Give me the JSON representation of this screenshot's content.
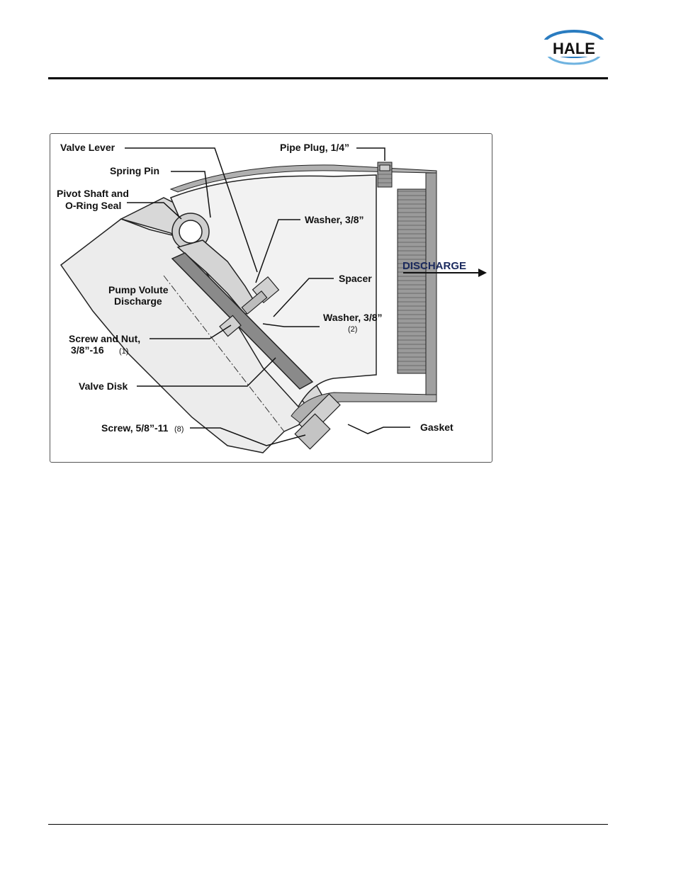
{
  "header": {
    "brand": "HALE",
    "brand_color": "#2a7cc0"
  },
  "diagram": {
    "labels": {
      "valve_lever": "Valve Lever",
      "spring_pin": "Spring Pin",
      "pivot_shaft_line1": "Pivot Shaft and",
      "pivot_shaft_line2": "O-Ring Seal",
      "pump_volute_line1": "Pump Volute",
      "pump_volute_line2": "Discharge",
      "screw_nut_line1": "Screw and Nut,",
      "screw_nut_line2": "3/8”-16",
      "screw_nut_qty": "(1)",
      "valve_disk": "Valve Disk",
      "screw_58": "Screw, 5/8”-11",
      "screw_58_qty": "(8)",
      "pipe_plug": "Pipe Plug, 1/4”",
      "washer_1": "Washer, 3/8”",
      "spacer": "Spacer",
      "discharge": "DISCHARGE",
      "washer_2": "Washer, 3/8”",
      "washer_2_qty": "(2)",
      "gasket": "Gasket"
    }
  }
}
